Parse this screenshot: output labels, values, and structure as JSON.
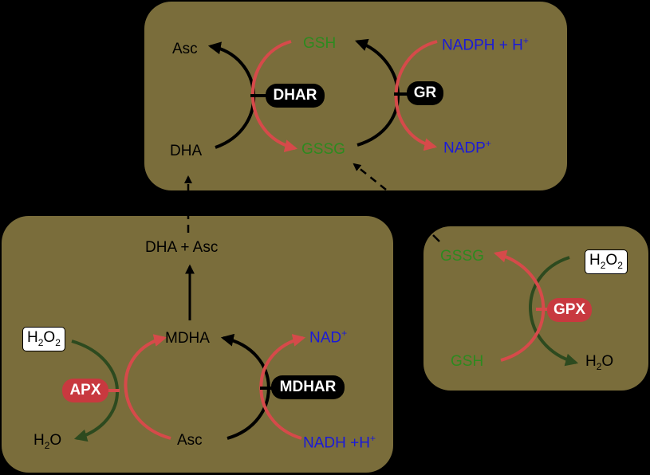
{
  "colors": {
    "background": "#000000",
    "panel": "#7a6d3b",
    "black_arrow": "#000000",
    "red_arrow": "#d64a4a",
    "dark_green_arrow": "#2d4a1f",
    "green_text": "#2d8a1f",
    "blue_text": "#1a1ad8",
    "enzyme_black": "#000000",
    "enzyme_red": "#c8393f"
  },
  "top": {
    "asc": "Asc",
    "dha": "DHA",
    "gsh": "GSH",
    "gssg": "GSSG",
    "nadph": "NADPH + H",
    "nadph_sup": "+",
    "nadp": "NADP",
    "nadp_sup": "+",
    "dhar": "DHAR",
    "gr": "GR"
  },
  "bottom_left": {
    "dha_asc": "DHA + Asc",
    "mdha": "MDHA",
    "asc": "Asc",
    "h2o2": {
      "a": "H",
      "b": "2",
      "c": "O",
      "d": "2"
    },
    "h2o": {
      "a": "H",
      "b": "2",
      "c": "O"
    },
    "nad": "NAD",
    "nad_sup": "+",
    "nadh": "NADH +H",
    "nadh_sup": "+",
    "apx": "APX",
    "mdhar": "MDHAR"
  },
  "right": {
    "gssg": "GSSG",
    "gsh": "GSH",
    "h2o2": {
      "a": "H",
      "b": "2",
      "c": "O",
      "d": "2"
    },
    "h2o": {
      "a": "H",
      "b": "2",
      "c": "O"
    },
    "gpx": "GPX"
  }
}
